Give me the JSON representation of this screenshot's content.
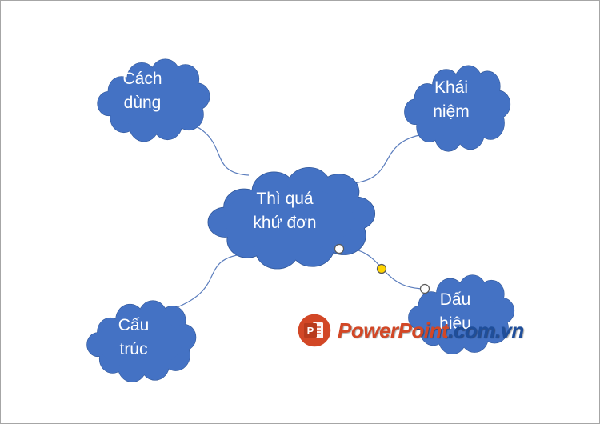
{
  "slide": {
    "center_topic": {
      "lines": [
        "Thì quá",
        "khứ đơn"
      ]
    },
    "subtopics": [
      {
        "id": "cach-dung",
        "lines": [
          "Cách",
          "dùng"
        ]
      },
      {
        "id": "khai-niem",
        "lines": [
          "Khái",
          "niệm"
        ]
      },
      {
        "id": "cau-truc",
        "lines": [
          "Cấu",
          "trúc"
        ]
      },
      {
        "id": "dau-hieu",
        "lines": [
          "Dấu",
          "hiệu"
        ]
      }
    ]
  },
  "watermark": {
    "brand": "PowerPoint",
    "domain": ".com.vn",
    "icon_letter": "P",
    "icon_name": "powerpoint-logo-icon"
  },
  "colors": {
    "cloud_fill": "#4472c4",
    "cloud_stroke": "#2f5597",
    "connector": "#5b7dbd",
    "handle_yellow": "#ffd400",
    "wm_red": "#d24726",
    "wm_domain": "#1f4e9a"
  }
}
